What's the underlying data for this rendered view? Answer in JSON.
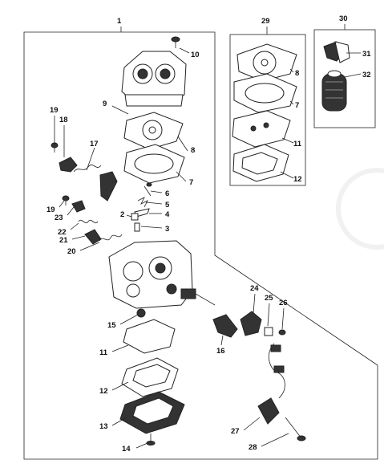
{
  "diagram": {
    "main_assembly_label": "1",
    "inset_diaphragm_kit_label": "29",
    "inset_filter_kit_label": "30"
  },
  "callouts": [
    {
      "id": "c10",
      "text": "10"
    },
    {
      "id": "c9",
      "text": "9"
    },
    {
      "id": "c8",
      "text": "8"
    },
    {
      "id": "c7",
      "text": "7"
    },
    {
      "id": "c19a",
      "text": "19"
    },
    {
      "id": "c18",
      "text": "18"
    },
    {
      "id": "c17",
      "text": "17"
    },
    {
      "id": "c6",
      "text": "6"
    },
    {
      "id": "c5",
      "text": "5"
    },
    {
      "id": "c4",
      "text": "4"
    },
    {
      "id": "c3",
      "text": "3"
    },
    {
      "id": "c2",
      "text": "2"
    },
    {
      "id": "c19b",
      "text": "19"
    },
    {
      "id": "c23",
      "text": "23"
    },
    {
      "id": "c22",
      "text": "22"
    },
    {
      "id": "c21",
      "text": "21"
    },
    {
      "id": "c20",
      "text": "20"
    },
    {
      "id": "c15",
      "text": "15"
    },
    {
      "id": "c11",
      "text": "11"
    },
    {
      "id": "c12",
      "text": "12"
    },
    {
      "id": "c13",
      "text": "13"
    },
    {
      "id": "c14",
      "text": "14"
    },
    {
      "id": "c16",
      "text": "16"
    },
    {
      "id": "c24",
      "text": "24"
    },
    {
      "id": "c25",
      "text": "25"
    },
    {
      "id": "c26",
      "text": "26"
    },
    {
      "id": "c27",
      "text": "27"
    },
    {
      "id": "c28",
      "text": "28"
    },
    {
      "id": "k8",
      "text": "8"
    },
    {
      "id": "k7",
      "text": "7"
    },
    {
      "id": "k11",
      "text": "11"
    },
    {
      "id": "k12",
      "text": "12"
    },
    {
      "id": "k31",
      "text": "31"
    },
    {
      "id": "k32",
      "text": "32"
    }
  ]
}
